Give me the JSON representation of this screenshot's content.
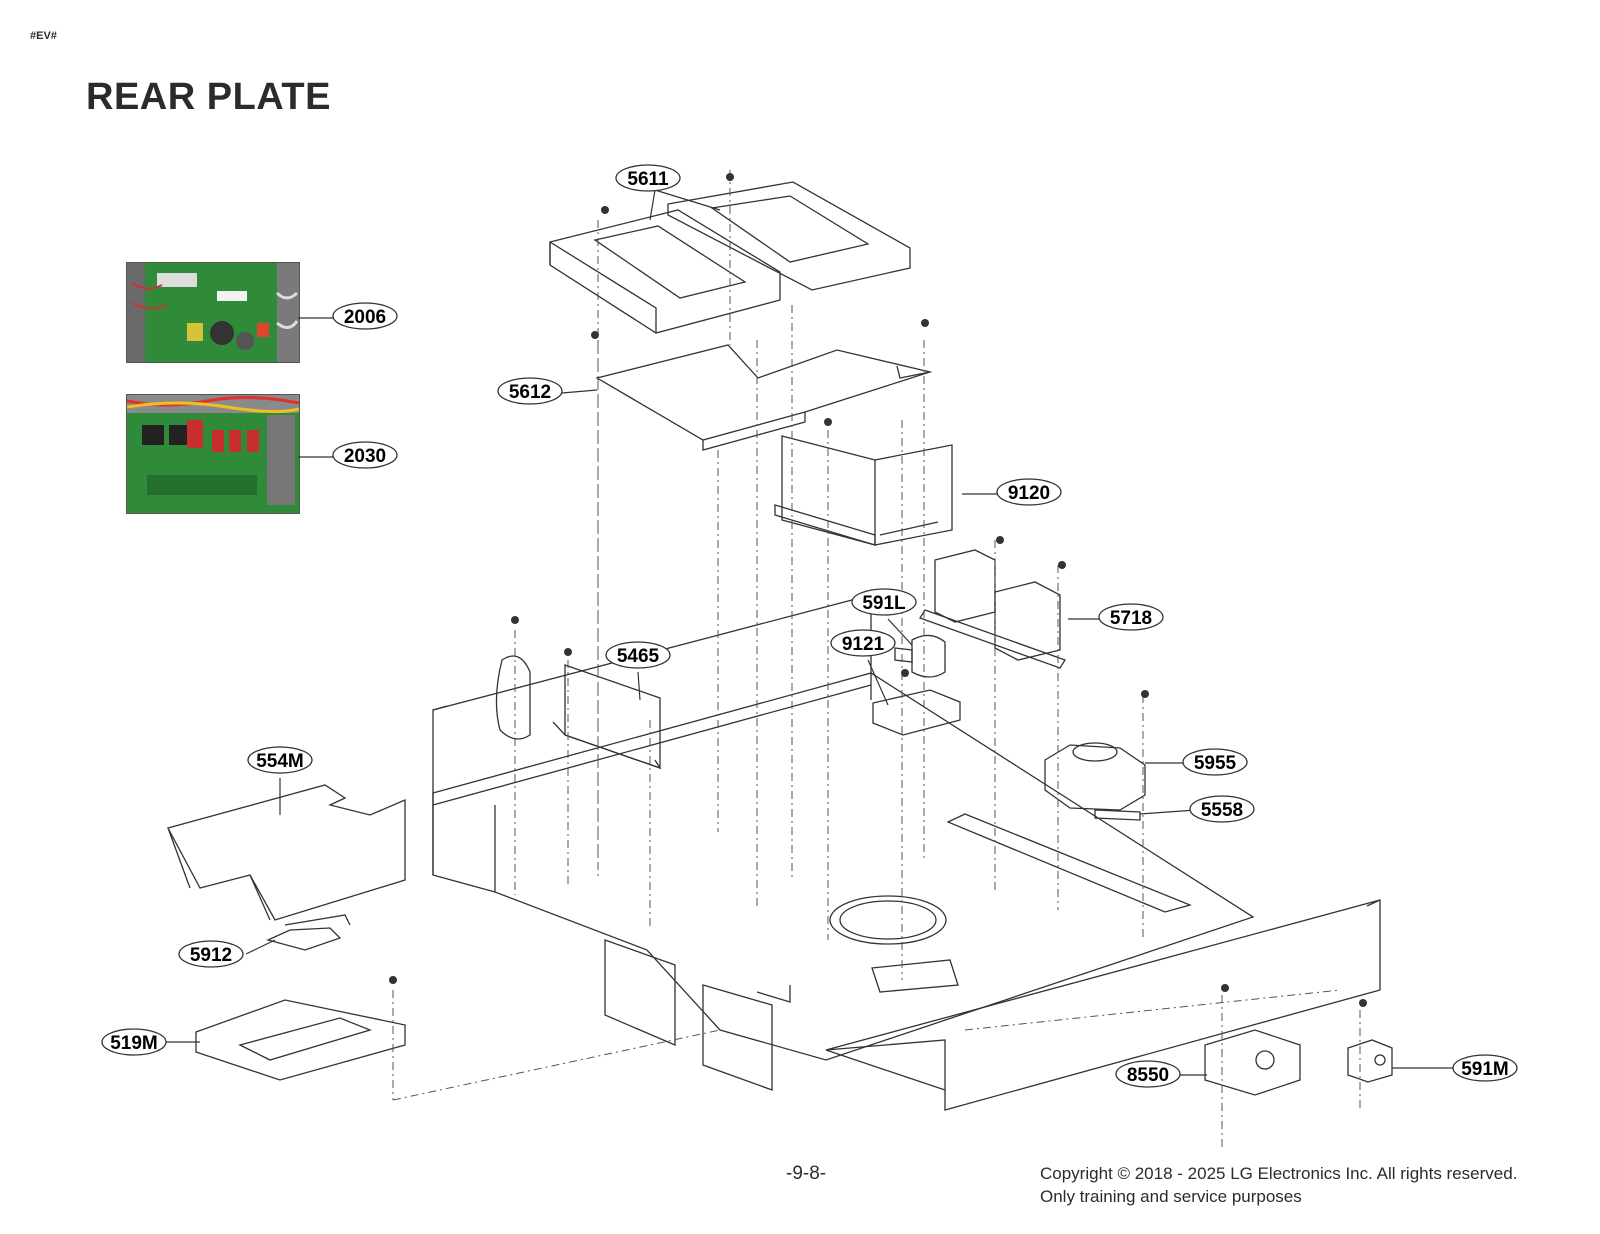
{
  "header": {
    "model_code": "#EV#",
    "title": "REAR PLATE"
  },
  "part_labels": [
    {
      "id": "p5611",
      "text": "5611"
    },
    {
      "id": "p2006",
      "text": "2006"
    },
    {
      "id": "p2030",
      "text": "2030"
    },
    {
      "id": "p5612",
      "text": "5612"
    },
    {
      "id": "p9120",
      "text": "9120"
    },
    {
      "id": "p591L",
      "text": "591L"
    },
    {
      "id": "p5718",
      "text": "5718"
    },
    {
      "id": "p9121",
      "text": "9121"
    },
    {
      "id": "p5465",
      "text": "5465"
    },
    {
      "id": "p554M",
      "text": "554M"
    },
    {
      "id": "p5955",
      "text": "5955"
    },
    {
      "id": "p5558",
      "text": "5558"
    },
    {
      "id": "p5912",
      "text": "5912"
    },
    {
      "id": "p519M",
      "text": "519M"
    },
    {
      "id": "p8550",
      "text": "8550"
    },
    {
      "id": "p591M",
      "text": "591M"
    }
  ],
  "footer": {
    "page_number": "-9-8-",
    "copyright": "Copyright © 2018 - 2025 LG Electronics Inc. All rights reserved.",
    "notice": "Only training and service purposes"
  },
  "colors": {
    "line": "#333333",
    "pcb_green": "#2f8a3a",
    "pcb_dark": "#1e5e28"
  }
}
